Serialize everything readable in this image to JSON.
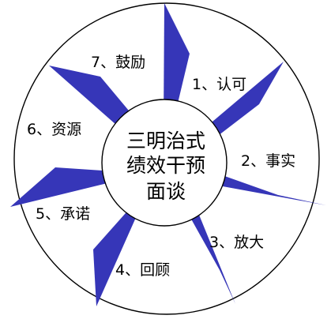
{
  "center": {
    "lines": [
      "三明治式",
      "绩效干预",
      "面谈"
    ]
  },
  "steps": [
    {
      "label": "1、认可"
    },
    {
      "label": "2、事实"
    },
    {
      "label": "3、放大"
    },
    {
      "label": "4、回顾"
    },
    {
      "label": "5、承诺"
    },
    {
      "label": "6、资源"
    },
    {
      "label": "7、鼓励"
    }
  ],
  "colors": {
    "arrow": "#3636B8",
    "stroke": "#000000",
    "background": "#ffffff",
    "text": "#000000"
  }
}
